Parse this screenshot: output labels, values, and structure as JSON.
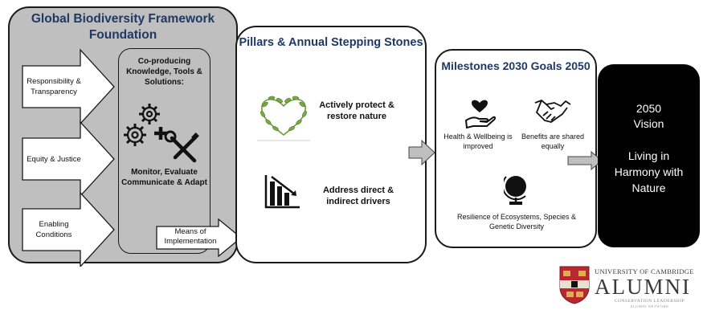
{
  "foundation": {
    "title": "Global Biodiversity Framework Foundation",
    "principles": [
      {
        "label": "Responsibility & Transparency"
      },
      {
        "label": "Equity & Justice"
      },
      {
        "label": "Enabling Conditions"
      }
    ],
    "inner_heading": "Co-producing Knowledge, Tools & Solutions:",
    "inner_monitor": "Monitor, Evaluate Communicate & Adapt",
    "means": "Means of Implementation"
  },
  "pillars": {
    "title": "Pillars & Annual Stepping Stones",
    "items": [
      {
        "label": "Actively protect & restore nature",
        "icon": "leaf-heart-icon"
      },
      {
        "label": "Address direct & indirect drivers",
        "icon": "declining-chart-icon"
      }
    ]
  },
  "milestones": {
    "title": "Milestones 2030 Goals 2050",
    "items": [
      {
        "label": "Health & Wellbeing is improved",
        "icon": "heart-hand-icon"
      },
      {
        "label": "Benefits are shared equally",
        "icon": "handshake-icon"
      },
      {
        "label": "Resilience of Ecosystems, Species & Genetic Diversity",
        "icon": "globe-icon"
      }
    ]
  },
  "vision": {
    "line1": "2050",
    "line2": "Vision",
    "line3": "Living in",
    "line4": "Harmony with",
    "line5": "Nature"
  },
  "logo": {
    "line1": "UNIVERSITY OF CAMBRIDGE",
    "line2": "ALUMNI",
    "line3": "CONSERVATION LEADERSHIP",
    "line4": "ALUMNI NETWORK"
  },
  "colors": {
    "title_blue": "#1f3864",
    "foundation_grey": "#bfbfbf",
    "arrow_grey": "#bfbfbf",
    "vision_black": "#000000",
    "crest_red": "#b8282e",
    "leaf_green": "#6a9a3a"
  }
}
